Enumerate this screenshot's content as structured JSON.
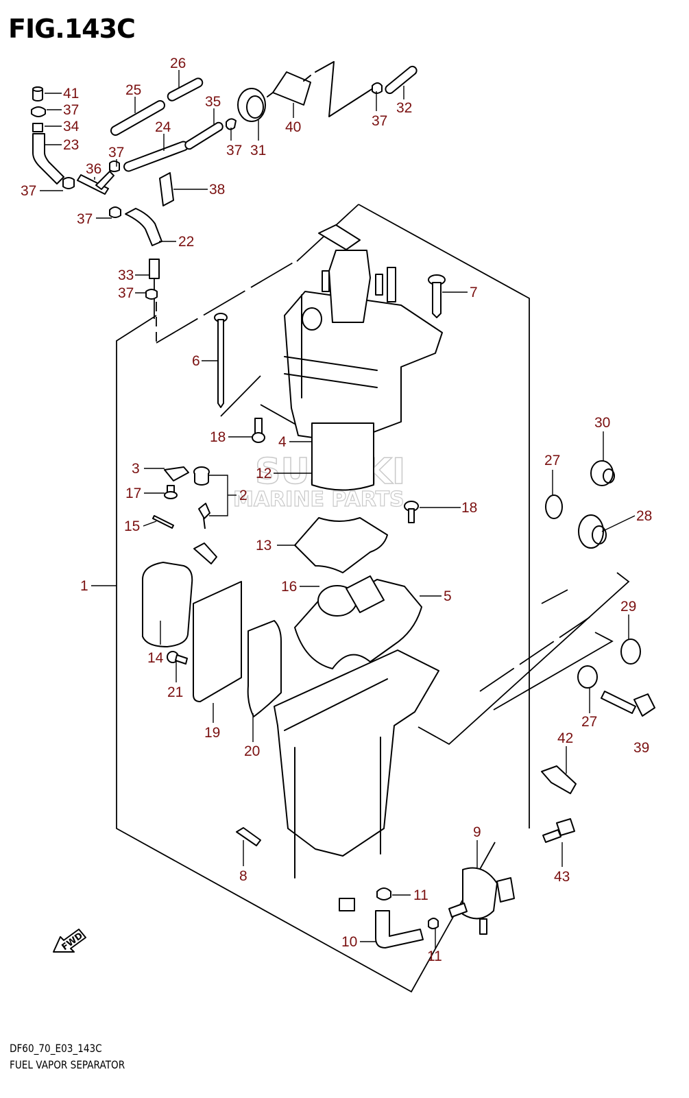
{
  "figure": {
    "title": "FIG.143C",
    "code": "DF60_70_E03_143C",
    "caption": "FUEL VAPOR SEPARATOR",
    "watermark": {
      "line1": "SUZUKI",
      "line2": "MARINE PARTS"
    },
    "fwd_label": "FWD"
  },
  "callouts": [
    "41",
    "37",
    "34",
    "23",
    "37",
    "25",
    "26",
    "24",
    "35",
    "37",
    "31",
    "40",
    "37",
    "32",
    "36",
    "37",
    "38",
    "37",
    "22",
    "33",
    "37",
    "7",
    "6",
    "18",
    "4",
    "3",
    "12",
    "2",
    "17",
    "18",
    "15",
    "13",
    "16",
    "5",
    "1",
    "14",
    "21",
    "19",
    "20",
    "8",
    "9",
    "11",
    "10",
    "11",
    "30",
    "27",
    "28",
    "29",
    "27",
    "39",
    "42",
    "43"
  ]
}
